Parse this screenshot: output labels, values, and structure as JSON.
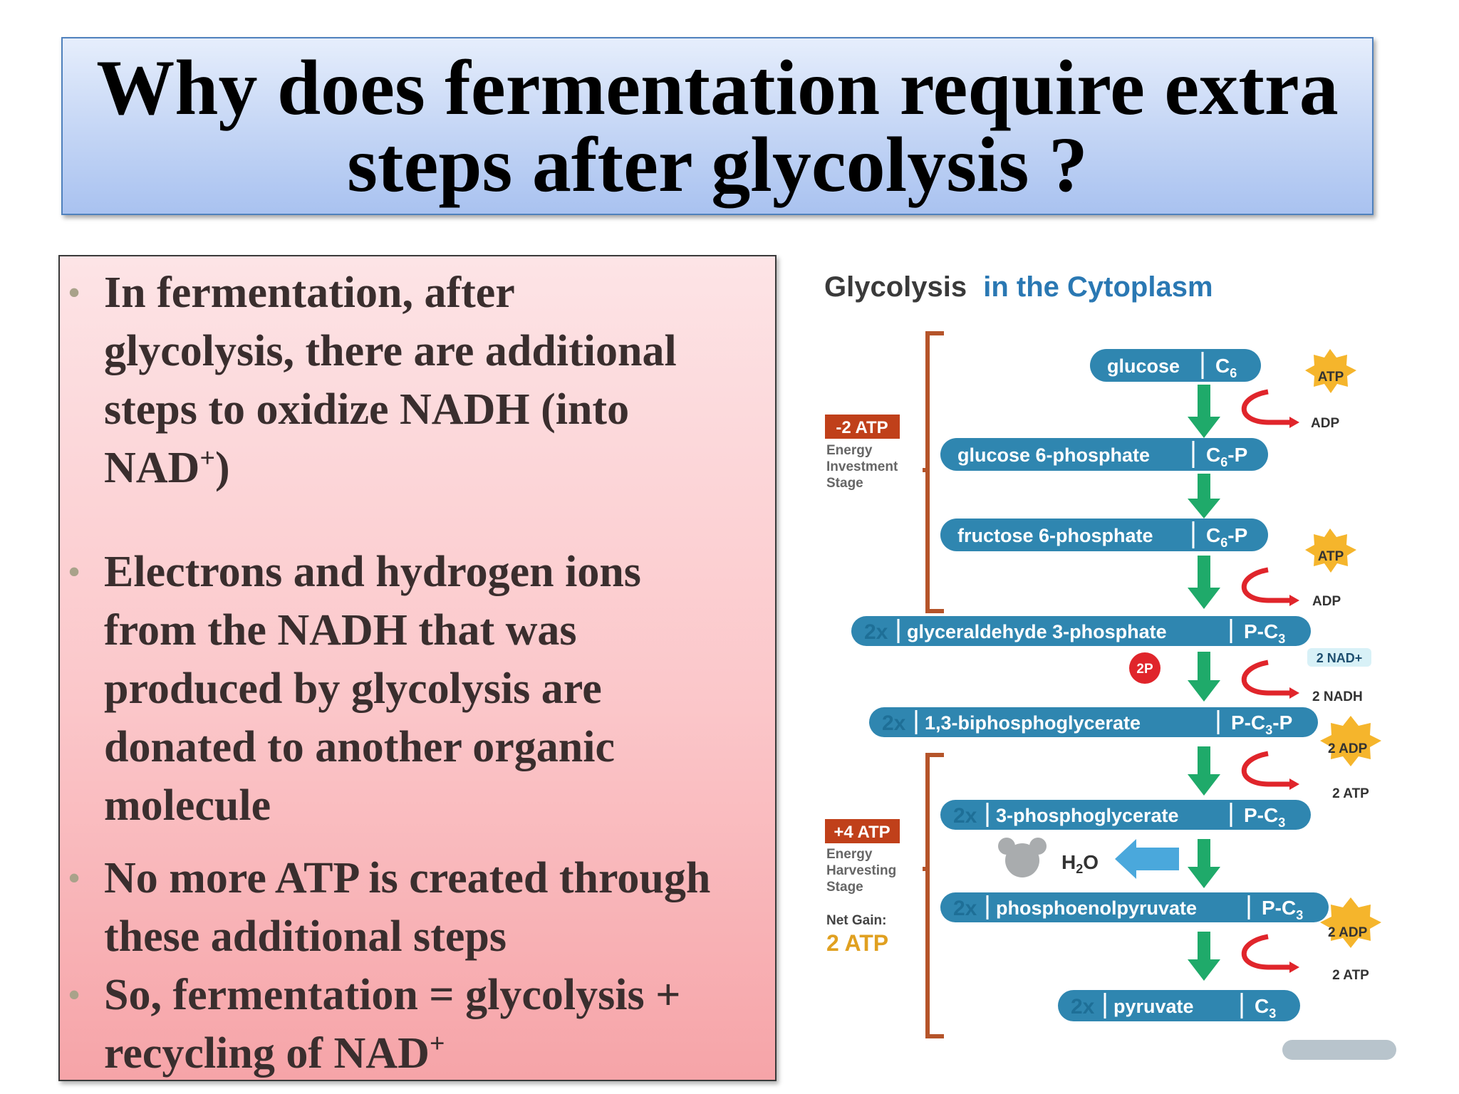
{
  "title": {
    "line1": "Why does fermentation require extra",
    "line2": "steps after glycolysis ?"
  },
  "bullets": [
    {
      "lines": [
        "In fermentation, after",
        "glycolysis, there are additional",
        "steps to oxidize NADH (into",
        "NAD"
      ],
      "sup": "+",
      "after": ")"
    },
    {
      "lines": [
        "Electrons and hydrogen ions",
        "from the NADH that was",
        "produced by glycolysis are",
        "donated to another organic",
        "molecule"
      ]
    },
    {
      "lines": [
        "No more ATP is created through",
        "these additional steps"
      ]
    },
    {
      "lines": [
        "So, fermentation =  glycolysis +",
        "recycling of NAD"
      ],
      "sup": "+"
    }
  ],
  "diagram": {
    "title_bold": "Glycolysis",
    "title_rest": "in the Cytoplasm",
    "molecules": [
      {
        "mult": "",
        "name": "glucose",
        "formula": "C",
        "sub": "6",
        "post": ""
      },
      {
        "mult": "",
        "name": "glucose 6-phosphate",
        "formula": "C",
        "sub": "6",
        "post": "-P"
      },
      {
        "mult": "",
        "name": "fructose 6-phosphate",
        "formula": "C",
        "sub": "6",
        "post": "-P"
      },
      {
        "mult": "2x",
        "name": "glyceraldehyde 3-phosphate",
        "formula": "P-C",
        "sub": "3",
        "post": ""
      },
      {
        "mult": "2x",
        "name": "1,3-biphosphoglycerate",
        "formula": "P-C",
        "sub": "3",
        "post": "-P"
      },
      {
        "mult": "2x",
        "name": "3-phosphoglycerate",
        "formula": "P-C",
        "sub": "3",
        "post": ""
      },
      {
        "mult": "2x",
        "name": "phosphoenolpyruvate",
        "formula": "P-C",
        "sub": "3",
        "post": ""
      },
      {
        "mult": "2x",
        "name": "pyruvate",
        "formula": "C",
        "sub": "3",
        "post": ""
      }
    ],
    "side_labels": {
      "atp1": "ATP",
      "adp1": "ADP",
      "atp2": "ATP",
      "adp2": "ADP",
      "nad": "2 NAD+",
      "nadh": "2 NADH",
      "two_p": "2P",
      "adp3": "2 ADP",
      "atp3": "2 ATP",
      "water_h": "H",
      "water_sub": "2",
      "water_o": "O",
      "adp4": "2 ADP",
      "atp4": "2 ATP"
    },
    "investment": {
      "badge": "-2 ATP",
      "line1": "Energy",
      "line2": "Investment",
      "line3": "Stage"
    },
    "harvesting": {
      "badge": "+4 ATP",
      "line1": "Energy",
      "line2": "Harvesting",
      "line3": "Stage"
    },
    "net_gain": {
      "label": "Net Gain:",
      "value": "2 ATP"
    },
    "colors": {
      "pill": "#2f86b0",
      "pill_dark": "#1e6f97",
      "arrow": "#1faa6a",
      "bracket": "#b5542a",
      "badge": "#c0401a",
      "starburst": "#f5b52c",
      "recycle": "#e0252b",
      "title_blue": "#2a78b3",
      "title_dark": "#3a3a3a"
    }
  }
}
